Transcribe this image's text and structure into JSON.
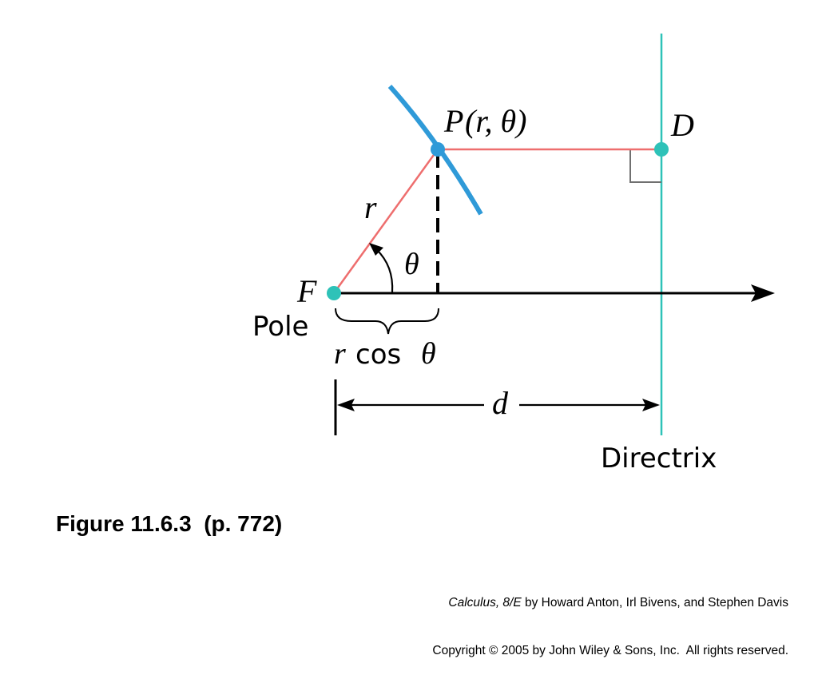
{
  "diagram": {
    "point_label_P": "P",
    "point_label_args": "(r, θ)",
    "point_label_D": "D",
    "point_label_F": "F",
    "pole_label": "Pole",
    "radius_label": "r",
    "angle_label": "θ",
    "projection_label_r": "r",
    "projection_label_cos": "cos",
    "projection_label_theta": "θ",
    "distance_label": "d",
    "directrix_label": "Directrix",
    "colors": {
      "curve": "#2f9ad8",
      "point_P": "#2f9ad8",
      "directrix": "#2ec2b8",
      "point_F": "#2ec2b8",
      "point_D": "#2ec2b8",
      "segments": "#ee6e6e",
      "axis": "#000000",
      "right_angle": "#707070"
    }
  },
  "caption": {
    "figure": "Figure 11.6.3  (p. 772)"
  },
  "credit": {
    "book_title": "Calculus, 8/E",
    "authors": " by Howard Anton, Irl Bivens, and Stephen Davis",
    "copyright": "Copyright © 2005 by John Wiley & Sons, Inc.  All rights reserved."
  }
}
